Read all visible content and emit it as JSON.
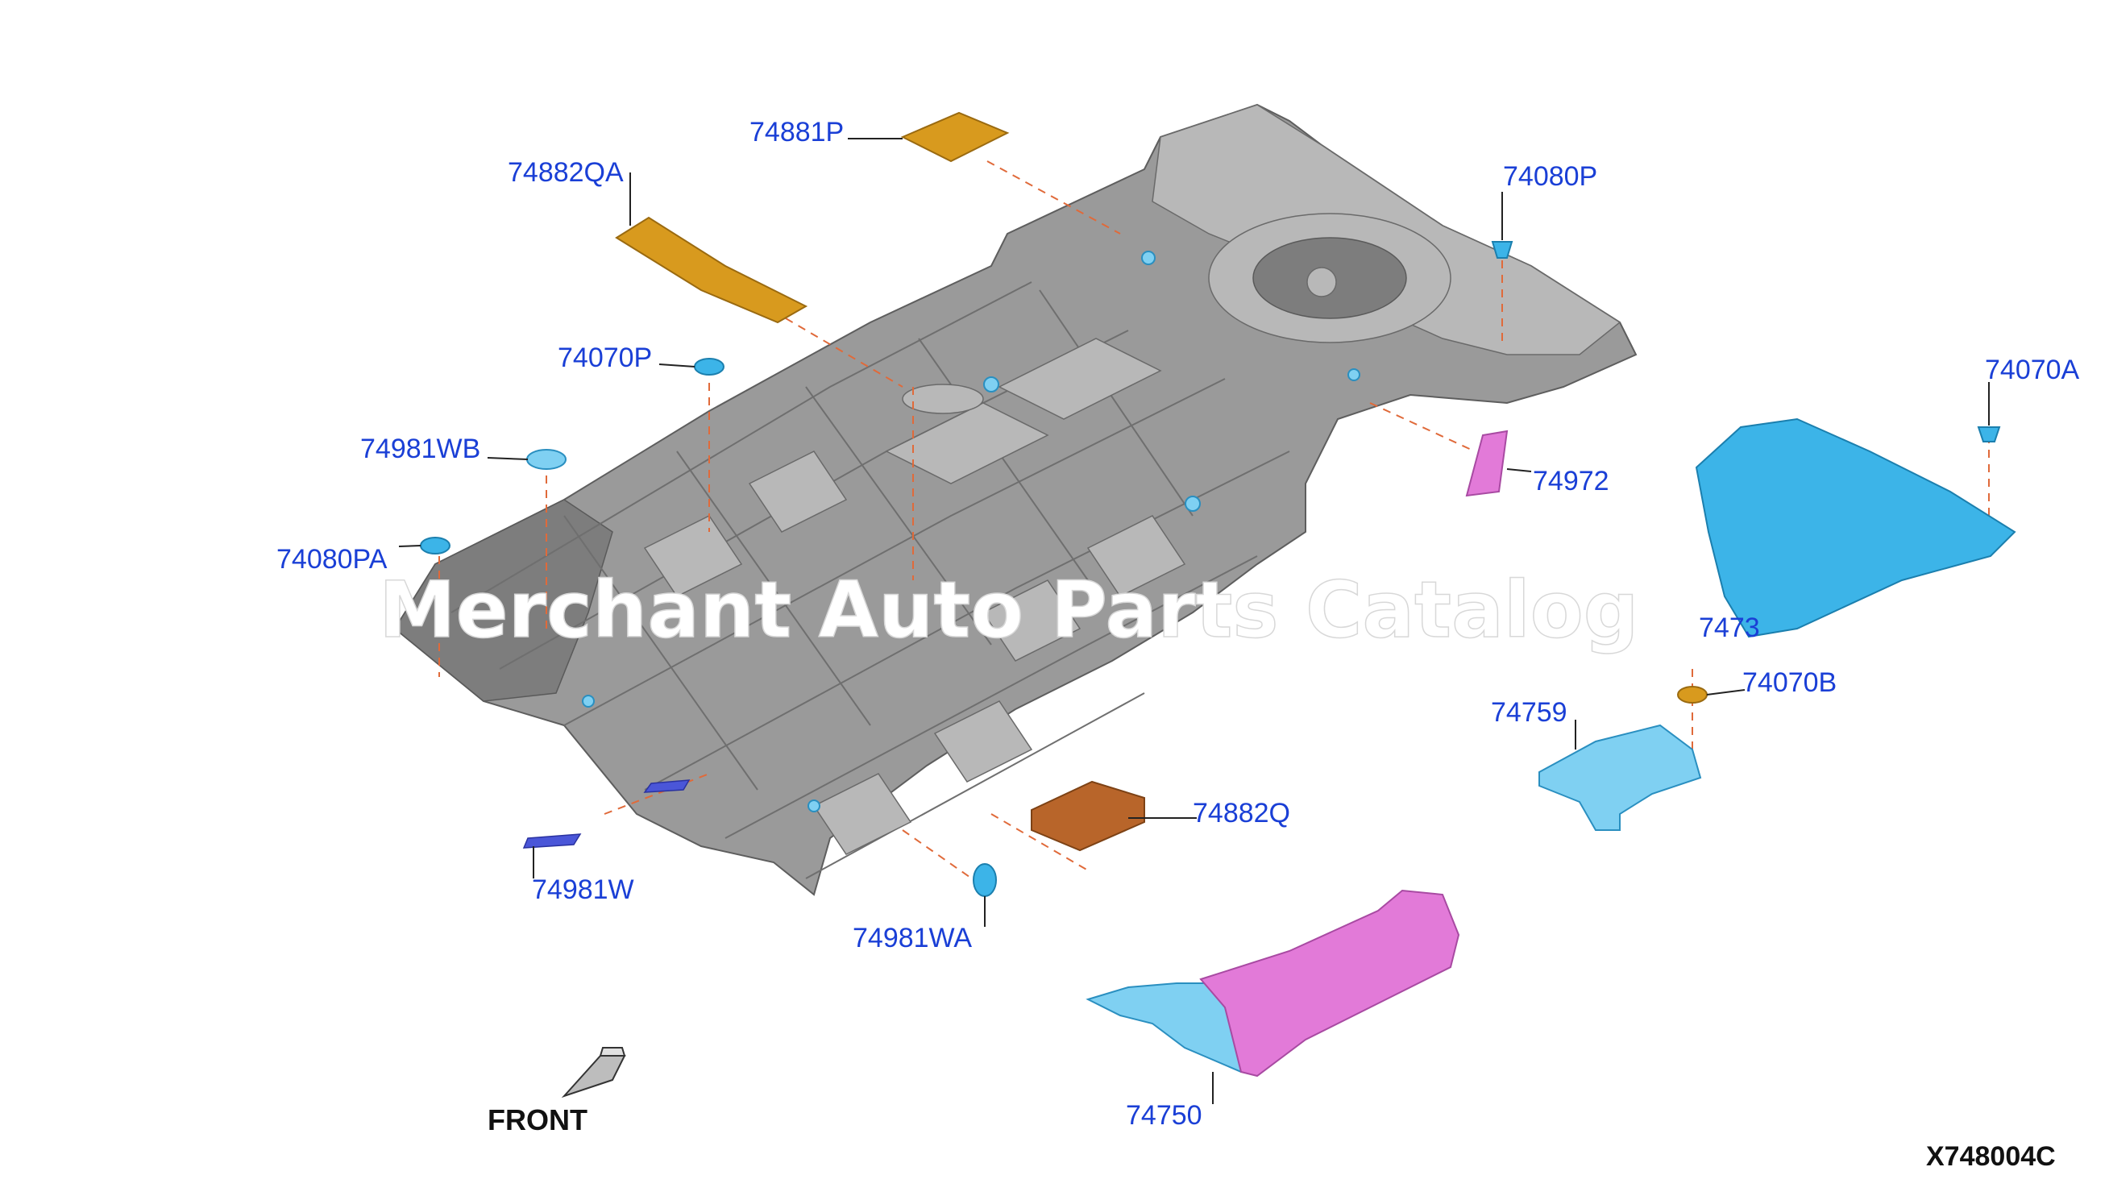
{
  "diagram": {
    "callouts": [
      {
        "id": "74881P",
        "label": "74881P"
      },
      {
        "id": "74882QA",
        "label": "74882QA"
      },
      {
        "id": "74080P",
        "label": "74080P"
      },
      {
        "id": "74070P",
        "label": "74070P"
      },
      {
        "id": "74981WB",
        "label": "74981WB"
      },
      {
        "id": "74080PA",
        "label": "74080PA"
      },
      {
        "id": "74070A",
        "label": "74070A"
      },
      {
        "id": "74972",
        "label": "74972"
      },
      {
        "id": "7473",
        "label": "7473"
      },
      {
        "id": "74070B",
        "label": "74070B"
      },
      {
        "id": "74759",
        "label": "74759"
      },
      {
        "id": "74882Q",
        "label": "74882Q"
      },
      {
        "id": "74981W",
        "label": "74981W"
      },
      {
        "id": "74981WA",
        "label": "74981WA"
      },
      {
        "id": "74750",
        "label": "74750"
      }
    ],
    "front_label": "FRONT",
    "diagram_code": "X748004C",
    "watermark": "Merchant Auto Parts Catalog"
  },
  "colors": {
    "callout_text": "#1a3fd6",
    "floor_gray": "#9a9a9a",
    "blue_parts": "#3cb4e8",
    "pink_parts": "#e27ad8",
    "orange_parts": "#d89a1e",
    "brown_parts": "#b8652a",
    "leader_dash": "#e06a3a"
  }
}
